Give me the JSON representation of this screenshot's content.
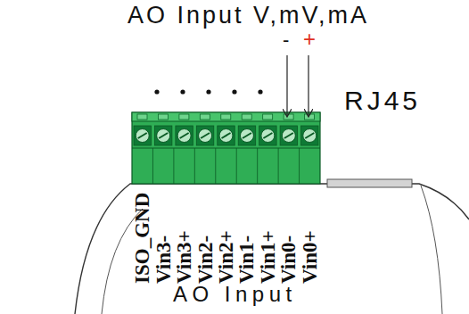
{
  "diagram": {
    "labels": [
      "AO Input V,mV,mA",
      "-",
      "+",
      "RJ45",
      "ISO_GND",
      "Vin3-",
      "Vin3+",
      "Vin2-",
      "Vin2+",
      "Vin1-",
      "Vin1+",
      "Vin0-",
      "Vin0+",
      "AO Input"
    ]
  }
}
